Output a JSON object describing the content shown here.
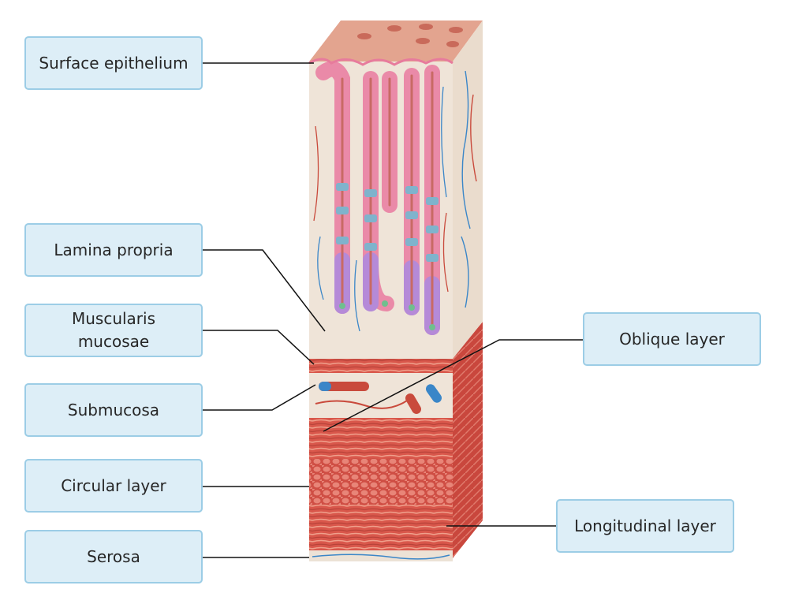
{
  "figure": {
    "labels": {
      "surface_epithelium": "Surface epithelium",
      "lamina_propria": "Lamina propria",
      "muscularis_mucosae_line1": "Muscularis",
      "muscularis_mucosae_line2": "mucosae",
      "submucosa": "Submucosa",
      "circular_layer": "Circular layer",
      "serosa": "Serosa",
      "oblique_layer": "Oblique layer",
      "longitudinal_layer": "Longitudinal layer"
    }
  },
  "colors": {
    "label_fill": "#ddeef7",
    "label_border": "#9ccde6",
    "leader_line": "#111111",
    "connective_tissue": "#efe4d8",
    "epithelium_pink": "#ea8aa8",
    "gland_base_purple": "#b58ad8",
    "parietal_blue": "#7fb3cc",
    "muscle_red": "#d9574b",
    "vessel_blue": "#3a86c8",
    "vessel_red": "#c94a3c"
  }
}
